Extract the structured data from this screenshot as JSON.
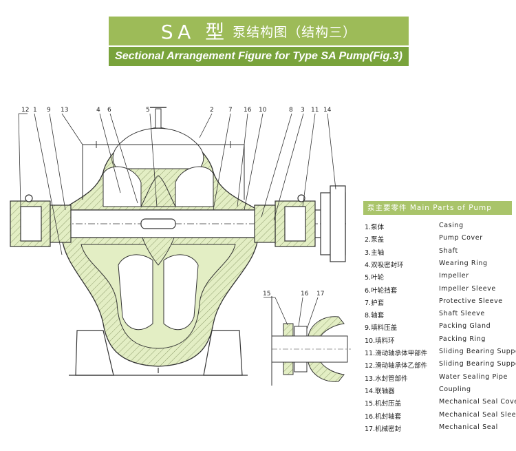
{
  "header": {
    "title_main": "SA 型",
    "title_sub": "泵结构图（结构三）",
    "subtitle": "Sectional Arrangement Figure for Type SA Pump(Fig.3)"
  },
  "colors": {
    "title_bg": "#9dbb58",
    "subtitle_bg": "#79a33b",
    "pump_fill": "#e3eec4",
    "line": "#333333"
  },
  "drawing": {
    "top_callouts": [
      "12",
      "1",
      "9",
      "13",
      "4",
      "6",
      "5",
      "2",
      "7",
      "16",
      "10",
      "8",
      "3",
      "11",
      "14"
    ],
    "detail_callouts": [
      "15",
      "16",
      "17"
    ]
  },
  "parts": {
    "header": "泵主要零件 Main Parts of Pump",
    "items": [
      {
        "cn": "1.泵体",
        "en": "Casing"
      },
      {
        "cn": "2.泵盖",
        "en": "Pump Cover"
      },
      {
        "cn": "3.主轴",
        "en": "Shaft"
      },
      {
        "cn": "4.双吸密封环",
        "en": "Wearing Ring"
      },
      {
        "cn": "5.叶轮",
        "en": "Impeller"
      },
      {
        "cn": "6.叶轮挡套",
        "en": "Impeller Sleeve"
      },
      {
        "cn": "7.护套",
        "en": "Protective Sleeve"
      },
      {
        "cn": "8.轴套",
        "en": "Shaft Sleeve"
      },
      {
        "cn": "9.填料压盖",
        "en": "Packing Gland"
      },
      {
        "cn": "10.填料环",
        "en": "Packing Ring"
      },
      {
        "cn": "11.滑动轴承体甲部件",
        "en": "Sliding Bearing Support"
      },
      {
        "cn": "12.滑动轴承体乙部件",
        "en": "Sliding Bearing Support"
      },
      {
        "cn": "13.水封管部件",
        "en": "Water Sealing Pipe"
      },
      {
        "cn": "14.联轴器",
        "en": "Coupling"
      },
      {
        "cn": "15.机封压盖",
        "en": "Mechanical Seal Cover"
      },
      {
        "cn": "16.机封轴套",
        "en": "Mechanical Seal Sleeve"
      },
      {
        "cn": "17.机械密封",
        "en": "Mechanical Seal"
      }
    ]
  }
}
